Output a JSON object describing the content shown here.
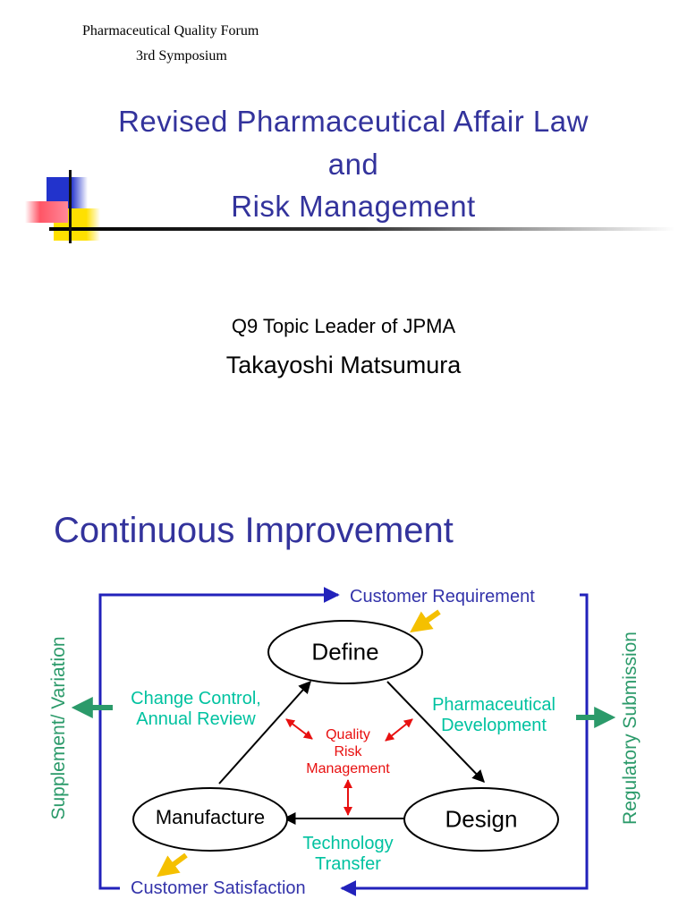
{
  "header": {
    "forum": "Pharmaceutical Quality Forum",
    "symposium": "3rd Symposium"
  },
  "title": {
    "line1": "Revised Pharmaceutical Affair Law",
    "line2": "and",
    "line3": "Risk Management"
  },
  "presenter": {
    "role": "Q9 Topic Leader of JPMA",
    "name": "Takayoshi Matsumura"
  },
  "slide2": {
    "title": "Continuous Improvement",
    "nodes": {
      "define": "Define",
      "design": "Design",
      "manufacture": "Manufacture"
    },
    "labels": {
      "customer_requirement": "Customer Requirement",
      "customer_satisfaction": "Customer Satisfaction",
      "change_control_1": "Change Control,",
      "change_control_2": "Annual Review",
      "pharm_dev_1": "Pharmaceutical",
      "pharm_dev_2": "Development",
      "tech_transfer_1": "Technology",
      "tech_transfer_2": "Transfer",
      "qrm_1": "Quality",
      "qrm_2": "Risk",
      "qrm_3": "Management",
      "supplement": "Supplement/ Variation",
      "regulatory": "Regulatory Submission"
    },
    "colors": {
      "blue_text": "#33339c",
      "loop_line": "#2222bb",
      "teal": "#00c2a0",
      "green": "#2b9a6a",
      "red": "#e81010",
      "yellow": "#f5c000"
    }
  }
}
